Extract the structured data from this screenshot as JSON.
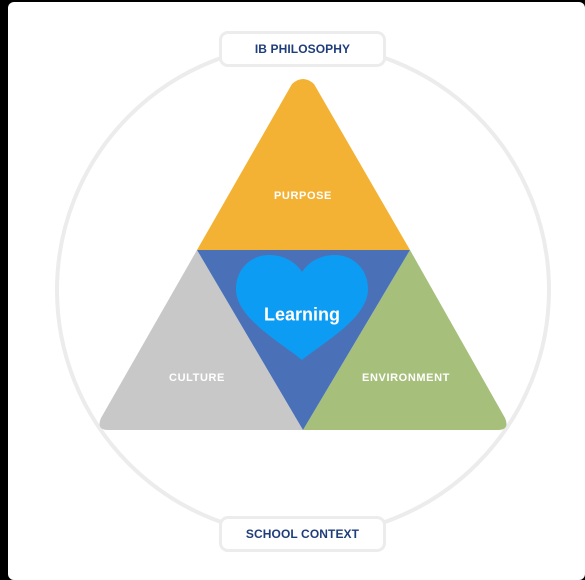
{
  "top_label": "IB PHILOSOPHY",
  "bottom_label": "SCHOOL CONTEXT",
  "segments": {
    "top": "PURPOSE",
    "left": "CULTURE",
    "right": "ENVIRONMENT"
  },
  "center_label": "Learning",
  "colors": {
    "purpose": "#f4b234",
    "culture": "#c8c8c8",
    "environment": "#a6c07c",
    "center_triangle": "#4a71b8",
    "heart": "#0d9cf3",
    "ring": "#ececec",
    "label_text": "#1f3d7a"
  }
}
